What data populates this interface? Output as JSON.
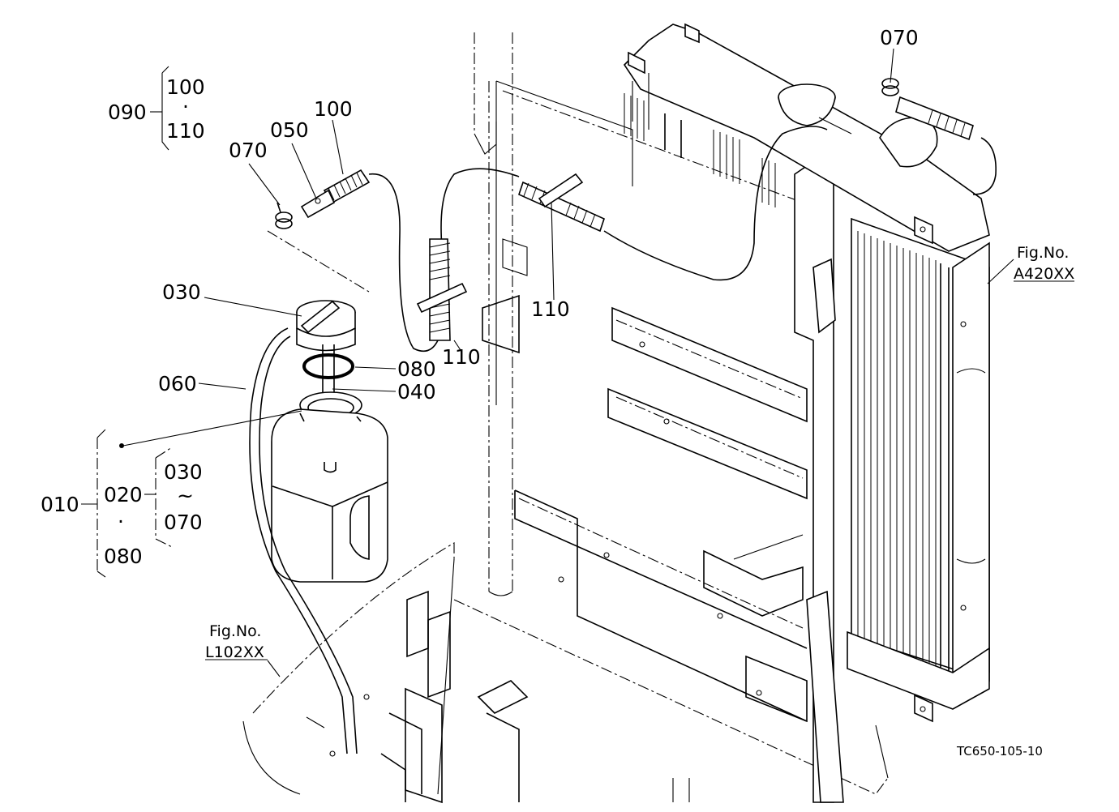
{
  "labels": {
    "p090": "090",
    "p090_top": "100",
    "p090_dot": "·",
    "p090_bottom": "110",
    "p070a": "070",
    "p050": "050",
    "p100": "100",
    "p070b": "070",
    "p030": "030",
    "p060": "060",
    "p080": "080",
    "p040": "040",
    "p110a": "110",
    "p110b": "110",
    "p010": "010",
    "p010_020": "020",
    "p010_dot": "·",
    "p010_080": "080",
    "p020_030": "030",
    "p020_tilde": "~",
    "p020_070": "070"
  },
  "references": {
    "radiator_fig_label": "Fig.No.",
    "radiator_fig_number": "A420XX",
    "frame_fig_label": "Fig.No.",
    "frame_fig_number": "L102XX"
  },
  "drawing_code": "TC650-105-10"
}
